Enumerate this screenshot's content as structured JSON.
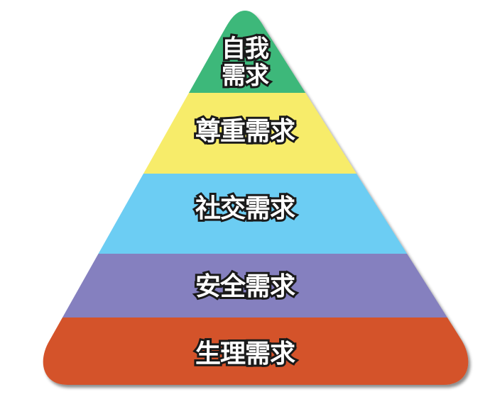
{
  "diagram": {
    "type": "pyramid",
    "title": "",
    "levels": [
      {
        "label_line1": "自我",
        "label_line2": "需求",
        "label": "自我需求",
        "color": "#3db87a"
      },
      {
        "label": "尊重需求",
        "color": "#f7ec6a"
      },
      {
        "label": "社交需求",
        "color": "#6ccdf3"
      },
      {
        "label": "安全需求",
        "color": "#8580bf"
      },
      {
        "label": "生理需求",
        "color": "#d4532a"
      }
    ]
  }
}
